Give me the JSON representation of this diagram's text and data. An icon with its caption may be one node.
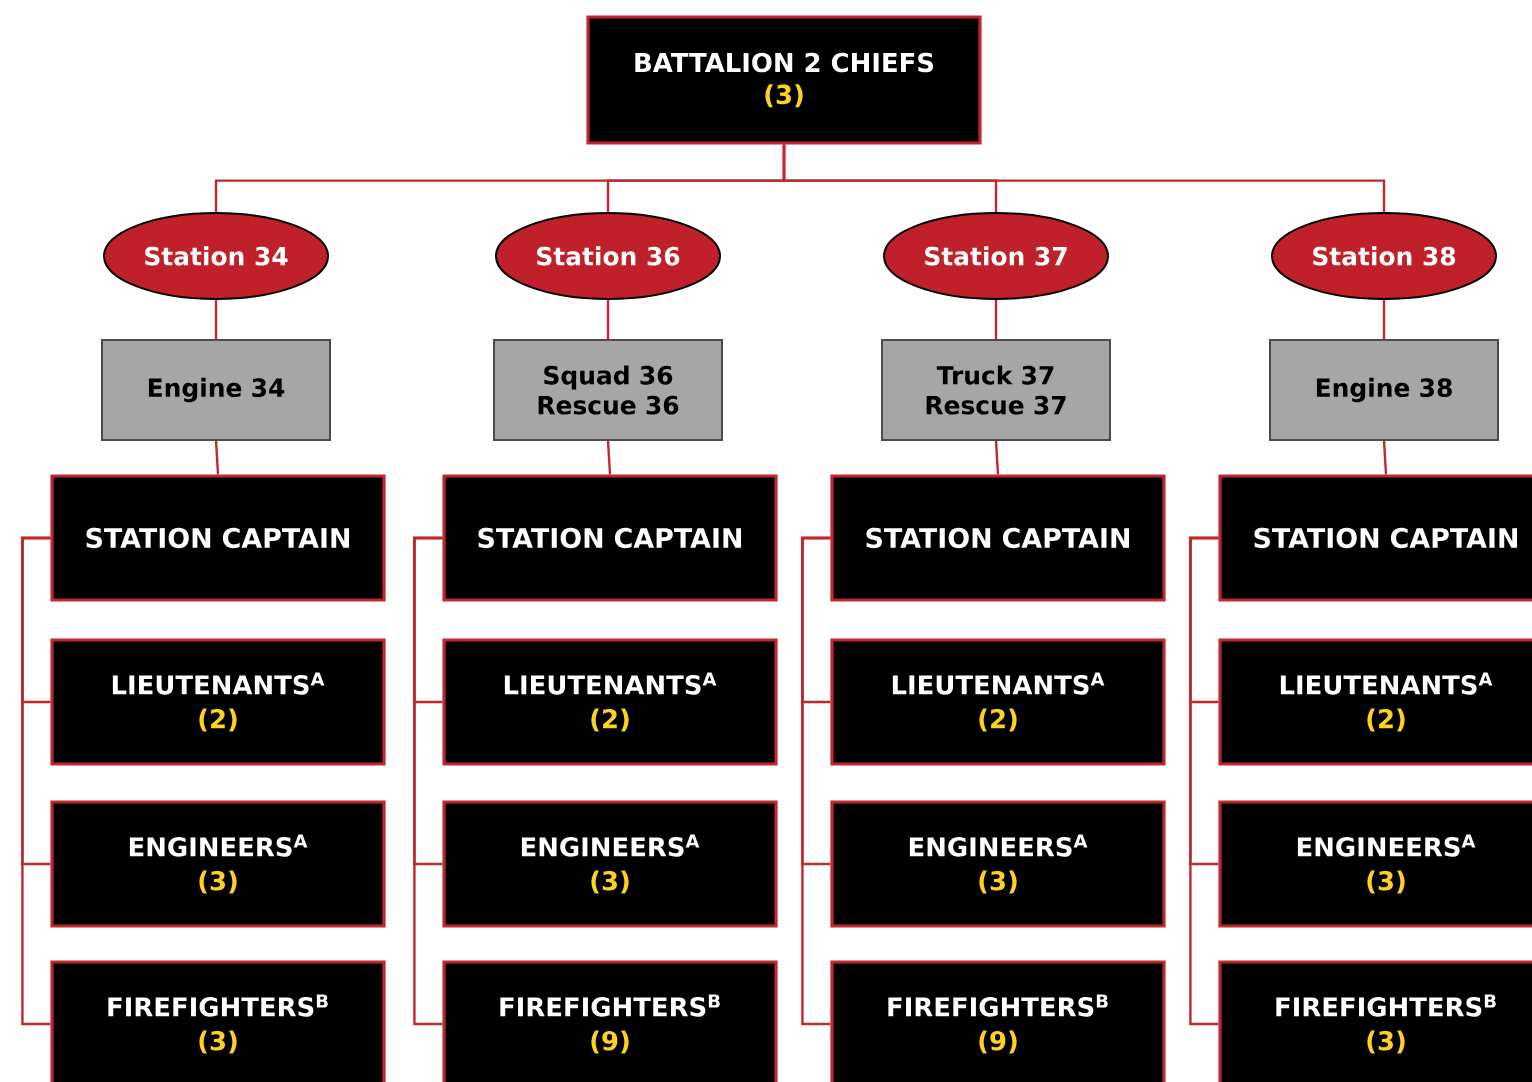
{
  "diagram": {
    "nodes": [
      {
        "text": [
          "BATTALION 2  CHIEFS",
          "(3)"
        ]
      },
      {
        "text": [
          "Station 34"
        ]
      },
      {
        "text": [
          "Engine 34"
        ]
      },
      {
        "text": [
          "STATION CAPTAIN"
        ]
      },
      {
        "text": [
          "LIEUTENANTS$^{A}$",
          "(2)"
        ]
      },
      {
        "text": [
          "ENGINEERS$^{A}$",
          "(3)"
        ]
      },
      {
        "text": [
          "FIREFIGHTERS$^{B}$",
          "(3)"
        ]
      },
      {
        "text": [
          "Station 36"
        ]
      },
      {
        "text": [
          "Squad 36 Rescue 36"
        ]
      },
      {
        "text": [
          "STATION CAPTAIN"
        ]
      },
      {
        "text": [
          "LIEUTENANTS$^{A}$",
          "(2)"
        ]
      },
      {
        "text": [
          "ENGINEERS$^{A}$",
          "(3)"
        ]
      },
      {
        "text": [
          "FIREFIGHTERS$^{B}$",
          "(9)"
        ]
      },
      {
        "text": [
          "Station 37"
        ]
      },
      {
        "text": [
          "Truck 37 Rescue 37"
        ]
      },
      {
        "text": [
          "STATION CAPTAIN"
        ]
      },
      {
        "text": [
          "LIEUTENANTS$^{A}$",
          "(2)"
        ]
      },
      {
        "text": [
          "ENGINEERS$^{A}$",
          "(3)"
        ]
      },
      {
        "text": [
          "FIREFIGHTERS$^{B}$",
          "(9)"
        ]
      },
      {
        "text": [
          "Station 38"
        ]
      },
      {
        "text": [
          "Engine 38"
        ]
      },
      {
        "text": [
          "STATION CAPTAIN"
        ]
      },
      {
        "text": [
          "LIEUTENANTS$^{A}$",
          "(2)"
        ]
      },
      {
        "text": [
          "ENGINEERS$^{A}$",
          "(3)"
        ]
      },
      {
        "text": [
          "FIREFIGHTERS$^{B}$",
          "(3)"
        ]
      }
    ],
    "edges": [
      {
        "from": 0,
        "to": 1,
        "arrow": "none"
      },
      {
        "from": 1,
        "to": 2,
        "arrow": "none"
      },
      {
        "from": 2,
        "to": 3,
        "arrow": "none"
      },
      {
        "from": 3,
        "to": 4,
        "arrow": "none"
      },
      {
        "from": 3,
        "to": 5,
        "arrow": "none"
      },
      {
        "from": 3,
        "to": 6,
        "arrow": "none"
      },
      {
        "from": 0,
        "to": 7,
        "arrow": "none"
      },
      {
        "from": 7,
        "to": 8,
        "arrow": "none"
      },
      {
        "from": 8,
        "to": 9,
        "arrow": "none"
      },
      {
        "from": 9,
        "to": 10,
        "arrow": "none"
      },
      {
        "from": 9,
        "to": 11,
        "arrow": "none"
      },
      {
        "from": 9,
        "to": 12,
        "arrow": "none"
      },
      {
        "from": 0,
        "to": 13,
        "arrow": "none"
      },
      {
        "from": 13,
        "to": 14,
        "arrow": "none"
      },
      {
        "from": 14,
        "to": 15,
        "arrow": "none"
      },
      {
        "from": 15,
        "to": 16,
        "arrow": "none"
      },
      {
        "from": 15,
        "to": 17,
        "arrow": "none"
      },
      {
        "from": 15,
        "to": 18,
        "arrow": "none"
      },
      {
        "from": 0,
        "to": 19,
        "arrow": "none"
      },
      {
        "from": 19,
        "to": 20,
        "arrow": "none"
      },
      {
        "from": 20,
        "to": 21,
        "arrow": "none"
      },
      {
        "from": 21,
        "to": 22,
        "arrow": "none"
      },
      {
        "from": 21,
        "to": 23,
        "arrow": "none"
      },
      {
        "from": 21,
        "to": 24,
        "arrow": "none"
      }
    ]
  }
}
